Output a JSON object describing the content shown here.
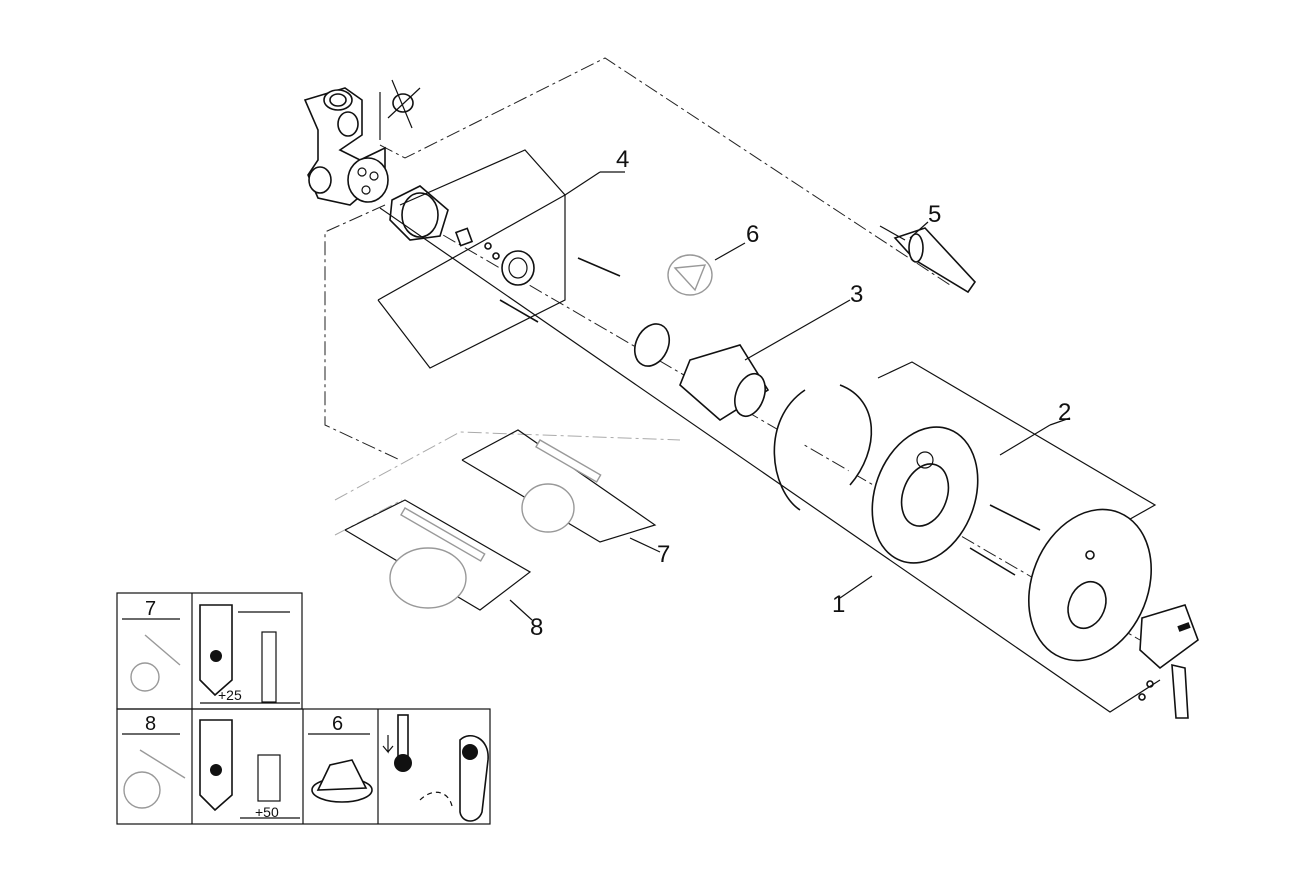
{
  "callouts": {
    "c1": "1",
    "c2": "2",
    "c3": "3",
    "c4": "4",
    "c5": "5",
    "c6": "6",
    "c7": "7",
    "c8": "8"
  },
  "insets": {
    "cell7": "7",
    "dim25": "+25",
    "cell8": "8",
    "dim50": "+50",
    "cell6": "6"
  }
}
